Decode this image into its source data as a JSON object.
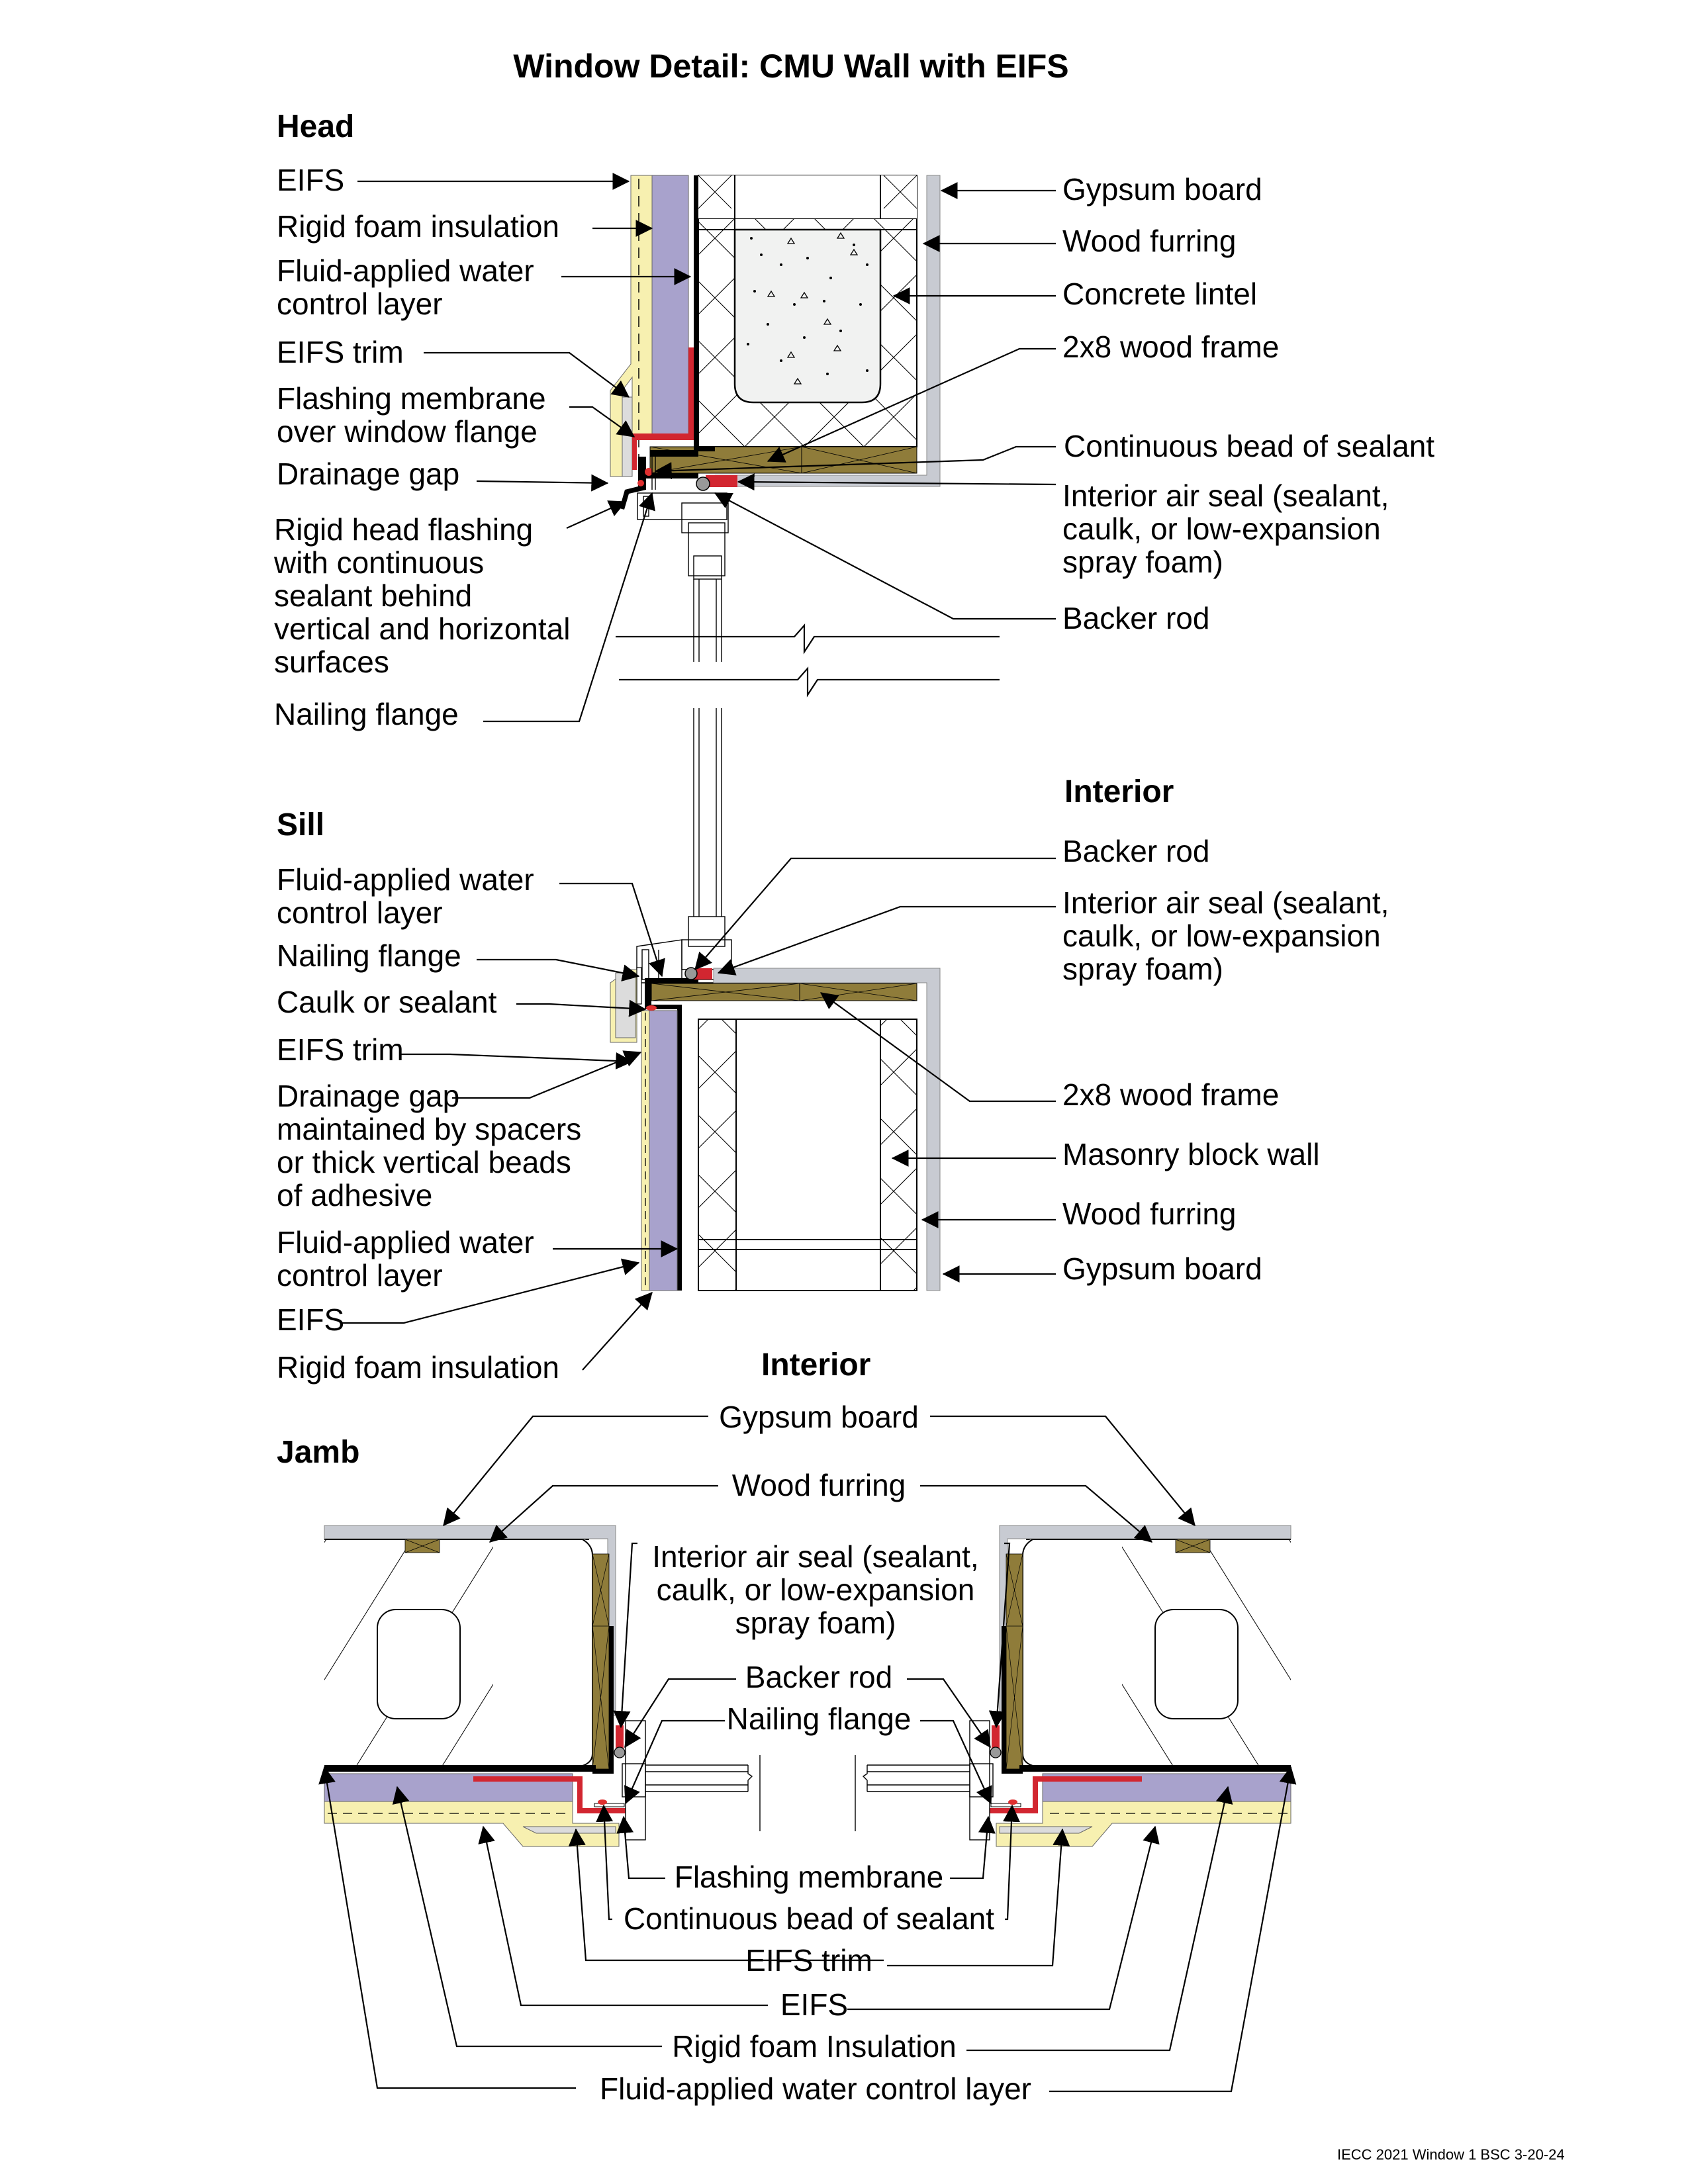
{
  "title": "Window Detail: CMU Wall with EIFS",
  "footer": "IECC 2021 Window 1 BSC 3-20-24",
  "colors": {
    "eifs": "#f7f0b0",
    "foam": "#a8a2cc",
    "wrb": "#000000",
    "flashing": "#d22630",
    "wood": "#8f7c3a",
    "gypsum": "#c8cbd2",
    "trim": "#dcdcdc",
    "concrete": "#f1f2f1",
    "backer_rod": "#999999"
  },
  "head": {
    "heading": "Head",
    "left_labels": [
      [
        "EIFS"
      ],
      [
        "Rigid foam insulation"
      ],
      [
        "Fluid-applied water",
        "control layer"
      ],
      [
        "EIFS trim"
      ],
      [
        "Flashing membrane",
        "over window flange"
      ],
      [
        "Drainage gap"
      ],
      [
        "Rigid head flashing",
        "with continuous",
        "sealant behind",
        "vertical and horizontal",
        "surfaces"
      ],
      [
        "Nailing flange"
      ]
    ],
    "right_labels": [
      [
        "Gypsum board"
      ],
      [
        "Wood furring"
      ],
      [
        "Concrete lintel"
      ],
      [
        "2x8 wood frame"
      ],
      [
        "Continuous bead of sealant"
      ],
      [
        "Interior air seal (sealant,",
        "caulk, or low-expansion",
        "spray foam)"
      ],
      [
        "Backer rod"
      ]
    ]
  },
  "sill": {
    "heading": "Sill",
    "interior_label": "Interior",
    "left_labels": [
      [
        "Fluid-applied water",
        "control layer"
      ],
      [
        "Nailing flange"
      ],
      [
        "Caulk or sealant"
      ],
      [
        "EIFS trim"
      ],
      [
        "Drainage gap",
        "maintained by spacers",
        "or thick vertical beads",
        "of adhesive"
      ],
      [
        "Fluid-applied water",
        "control layer"
      ],
      [
        "EIFS"
      ],
      [
        "Rigid foam insulation"
      ]
    ],
    "right_labels": [
      [
        "Backer rod"
      ],
      [
        "Interior air seal (sealant,",
        "caulk, or low-expansion",
        "spray foam)"
      ],
      [
        "2x8 wood frame"
      ],
      [
        "Masonry block wall"
      ],
      [
        "Wood furring"
      ],
      [
        "Gypsum board"
      ]
    ]
  },
  "jamb": {
    "heading": "Jamb",
    "interior_label": "Interior",
    "top_labels": [
      [
        "Gypsum board"
      ],
      [
        "Wood furring"
      ],
      [
        "Interior air seal (sealant,",
        "caulk, or low-expansion",
        "spray foam)"
      ],
      [
        "Backer rod"
      ],
      [
        "Nailing flange"
      ]
    ],
    "bottom_labels": [
      [
        "Flashing membrane"
      ],
      [
        "Continuous bead of sealant"
      ],
      [
        "EIFS trim"
      ],
      [
        "EIFS"
      ],
      [
        "Rigid foam Insulation"
      ],
      [
        "Fluid-applied water control layer"
      ]
    ]
  }
}
